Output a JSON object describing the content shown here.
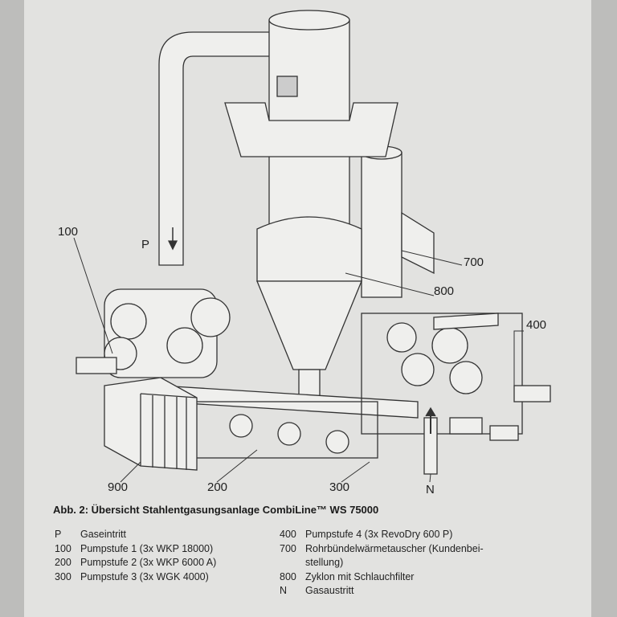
{
  "figure": {
    "callouts": {
      "p": "P",
      "c100": "100",
      "c700": "700",
      "c800": "800",
      "c400": "400",
      "c900": "900",
      "c200": "200",
      "c300": "300",
      "n": "N"
    },
    "caption": "Abb. 2: Übersicht Stahlentgasungsanlage CombiLine™ WS 75000"
  },
  "legend": {
    "left": [
      {
        "key": "P",
        "text": "Gaseintritt"
      },
      {
        "key": "100",
        "text": "Pumpstufe 1 (3x WKP 18000)"
      },
      {
        "key": "200",
        "text": "Pumpstufe 2 (3x WKP 6000 A)"
      },
      {
        "key": "300",
        "text": "Pumpstufe 3 (3x WGK 4000)"
      }
    ],
    "right": [
      {
        "key": "400",
        "text": "Pumpstufe 4 (3x RevoDry 600 P)"
      },
      {
        "key": "700",
        "text": "Rohrbündelwärmetauscher (Kundenbei-"
      },
      {
        "key": "",
        "text": "stellung)"
      },
      {
        "key": "800",
        "text": "Zyklon mit Schlauchfilter"
      },
      {
        "key": "N",
        "text": "Gasaustritt"
      }
    ]
  }
}
